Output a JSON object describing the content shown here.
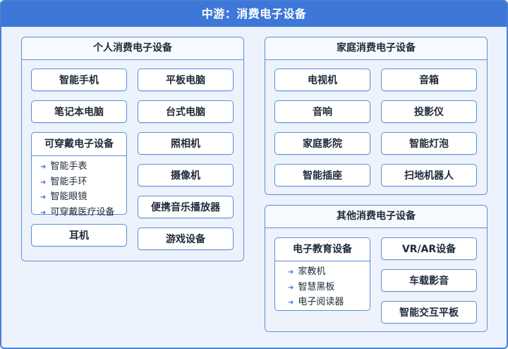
{
  "title": "中游：消费电子设备",
  "personal": {
    "title": "个人消费电子设备",
    "items": [
      "智能手机",
      "平板电脑",
      "笔记本电脑",
      "台式电脑",
      "照相机",
      "摄像机",
      "便携音乐播放器",
      "耳机",
      "游戏设备"
    ],
    "wearable": {
      "title": "可穿戴电子设备",
      "items": [
        "智能手表",
        "智能手环",
        "智能眼镜",
        "可穿戴医疗设备"
      ]
    }
  },
  "home": {
    "title": "家庭消费电子设备",
    "items": [
      "电视机",
      "音箱",
      "音响",
      "投影仪",
      "家庭影院",
      "智能灯泡",
      "智能插座",
      "扫地机器人"
    ]
  },
  "other": {
    "title": "其他消费电子设备",
    "education": {
      "title": "电子教育设备",
      "items": [
        "家教机",
        "智慧黑板",
        "电子阅读器"
      ]
    },
    "items": [
      "VR/AR设备",
      "车载影音",
      "智能交互平板"
    ]
  },
  "colors": {
    "primary": "#3d78d8",
    "border": "#5b8fdb",
    "background": "#edf3fc"
  },
  "icons": {
    "bullet": "arrow-icon"
  }
}
